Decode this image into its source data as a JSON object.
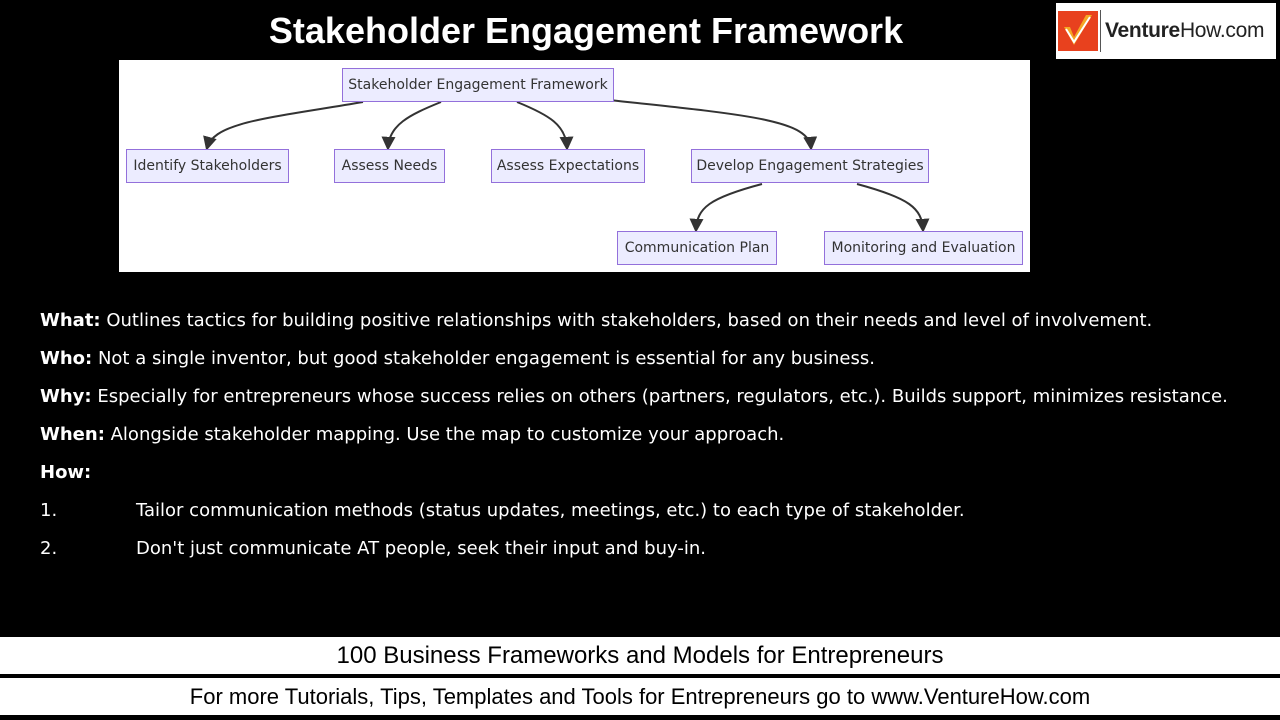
{
  "header": {
    "title": "Stakeholder Engagement Framework",
    "logo": {
      "text_bold": "Venture",
      "text_regular": "How.com",
      "icon": "checkmark-logo-icon"
    }
  },
  "diagram": {
    "nodes": {
      "root": "Stakeholder Engagement Framework",
      "identify": "Identify Stakeholders",
      "needs": "Assess Needs",
      "expectations": "Assess Expectations",
      "strategies": "Develop Engagement Strategies",
      "communication": "Communication Plan",
      "monitoring": "Monitoring and Evaluation"
    },
    "edges": [
      [
        "root",
        "identify"
      ],
      [
        "root",
        "needs"
      ],
      [
        "root",
        "expectations"
      ],
      [
        "root",
        "strategies"
      ],
      [
        "strategies",
        "communication"
      ],
      [
        "strategies",
        "monitoring"
      ]
    ],
    "colors": {
      "node_fill": "#ececff",
      "node_border": "#9370db",
      "edge": "#333333"
    }
  },
  "content": {
    "what_label": "What:",
    "what_text": " Outlines tactics for building positive relationships with stakeholders, based on their needs and level of involvement.",
    "who_label": "Who:",
    "who_text": " Not a single inventor, but good stakeholder engagement is essential for any business.",
    "why_label": "Why:",
    "why_text": " Especially for entrepreneurs whose success relies on others (partners, regulators, etc.). Builds support, minimizes resistance.",
    "when_label": "When:",
    "when_text": " Alongside stakeholder mapping. Use the map to customize your approach.",
    "how_label": "How:",
    "steps": [
      {
        "num": "1.",
        "text": "Tailor communication methods (status updates, meetings, etc.) to each type of stakeholder."
      },
      {
        "num": "2.",
        "text": "Don't just communicate AT people, seek their input and buy-in."
      }
    ]
  },
  "footer": {
    "line1": "100 Business Frameworks and Models for Entrepreneurs",
    "line2": "For more Tutorials, Tips, Templates and Tools for Entrepreneurs go to www.VentureHow.com"
  }
}
